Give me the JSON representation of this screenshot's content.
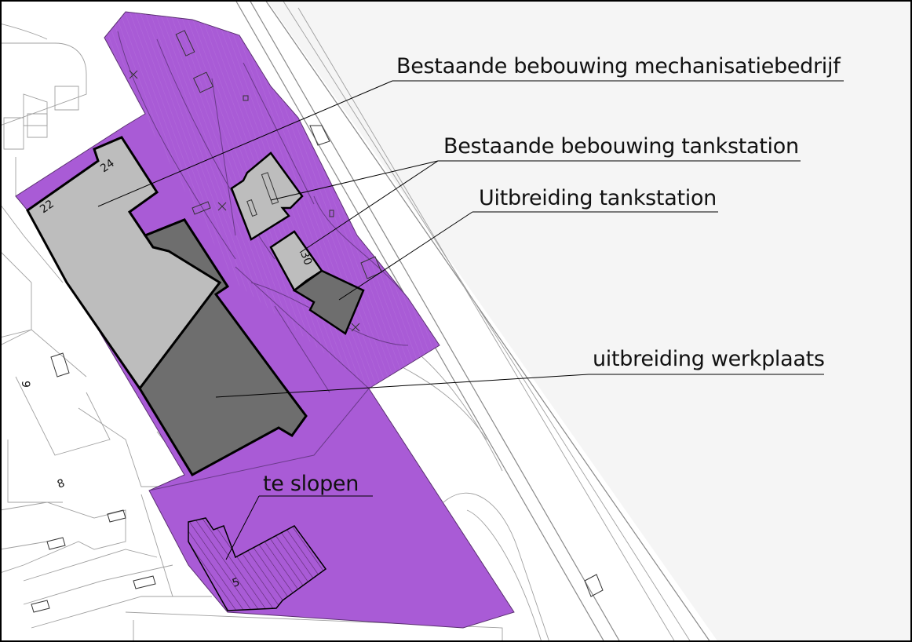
{
  "labels": {
    "mechanisatiebedrijf": "Bestaande bebouwing mechanisatiebedrijf",
    "tankstation_bestaand": "Bestaande bebouwing tankstation",
    "tankstation_uitbreiding": "Uitbreiding tankstation",
    "werkplaats_uitbreiding": "uitbreiding werkplaats",
    "te_slopen": "te slopen"
  },
  "house_numbers": {
    "n22": "22",
    "n24": "24",
    "n30": "30",
    "n9": "9",
    "n8": "8",
    "n5": "5"
  },
  "colors": {
    "plot": "#a95bd6",
    "existing_building": "#bdbdbd",
    "extension": "#6e6e6e",
    "background_right": "#f5f5f5",
    "line": "#000000"
  }
}
